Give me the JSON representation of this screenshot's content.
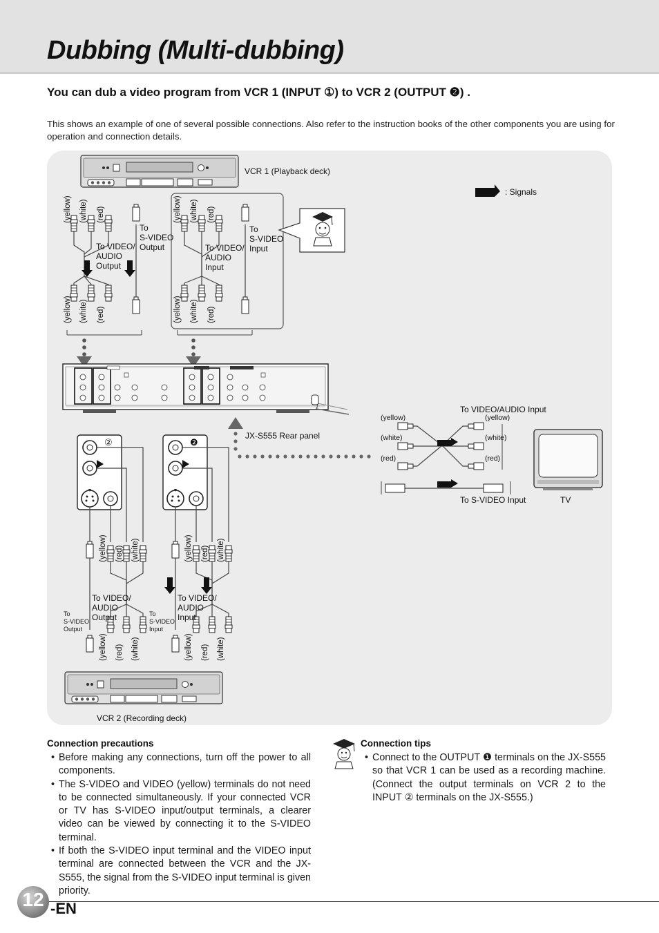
{
  "page": {
    "title": "Dubbing (Multi-dubbing)",
    "subtitle": "You can dub a video program from VCR 1 (INPUT ①) to VCR 2 (OUTPUT ❷) .",
    "intro": "This shows an example of one of several possible connections. Also refer to the instruction books of the other components you are using for operation and connection details.",
    "page_number": "12",
    "page_suffix": "-EN"
  },
  "diagram": {
    "vcr1_label": "VCR 1  (Playback deck)",
    "vcr2_label": "VCR 2 (Recording deck)",
    "signals_label": ": Signals",
    "rear_panel_label": "JX-S555 Rear panel",
    "top_left": {
      "vid_label": "To VIDEO/\nAUDIO\nOutput",
      "svid_label": "To\nS-VIDEO\nOutput",
      "colors_top": [
        "(yellow)",
        "(white)",
        "(red)"
      ],
      "colors_bottom": [
        "(yellow)",
        "(white)",
        "(red)"
      ]
    },
    "top_right": {
      "vid_label": "To VIDEO/\nAUDIO\nInput",
      "svid_label": "To\nS-VIDEO\nInput",
      "colors_top": [
        "(yellow)",
        "(white)",
        "(red)"
      ],
      "colors_bottom": [
        "(yellow)",
        "(white)",
        "(red)"
      ]
    },
    "bottom_left": {
      "vid_label": "To VIDEO/\nAUDIO\nOutput",
      "svid_label": "To\nS-VIDEO\nOutput",
      "colors_top": [
        "(yellow)",
        "(red)",
        "(white)"
      ],
      "colors_bottom": [
        "(yellow)",
        "(red)",
        "(white)"
      ]
    },
    "bottom_right": {
      "vid_label": "To VIDEO/\nAUDIO\nInput",
      "svid_label": "To\nS-VIDEO\nInput",
      "colors_top": [
        "(yellow)",
        "(red)",
        "(white)"
      ],
      "colors_bottom": [
        "(yellow)",
        "(red)",
        "(white)"
      ]
    },
    "tv": {
      "av_label": "To VIDEO/AUDIO Input",
      "svid_label": "To S-VIDEO Input",
      "tv_label": "TV",
      "left_colors": [
        "(yellow)",
        "(white)",
        "(red)"
      ],
      "right_colors": [
        "(yellow)",
        "(white)",
        "(red)"
      ]
    },
    "jack_marks": {
      "input": "②",
      "output": "❷"
    }
  },
  "precautions": {
    "heading": "Connection precautions",
    "items": [
      "Before making any connections, turn off the power to all components.",
      "The S-VIDEO and VIDEO (yellow) terminals do not need to be connected simultaneously. If your connected VCR or TV has S-VIDEO input/output terminals, a clearer video can be viewed by connecting it to the S-VIDEO terminal.",
      "If both the S-VIDEO input terminal and the VIDEO input terminal are connected between the VCR and the JX-S555, the signal from the S-VIDEO input terminal is given priority."
    ]
  },
  "tips": {
    "heading": "Connection tips",
    "items": [
      "Connect to the OUTPUT ❶ terminals on the JX-S555 so that VCR 1 can be used as a recording machine. (Connect the output terminals on VCR 2 to the INPUT ② terminals on the JX-S555.)"
    ]
  }
}
